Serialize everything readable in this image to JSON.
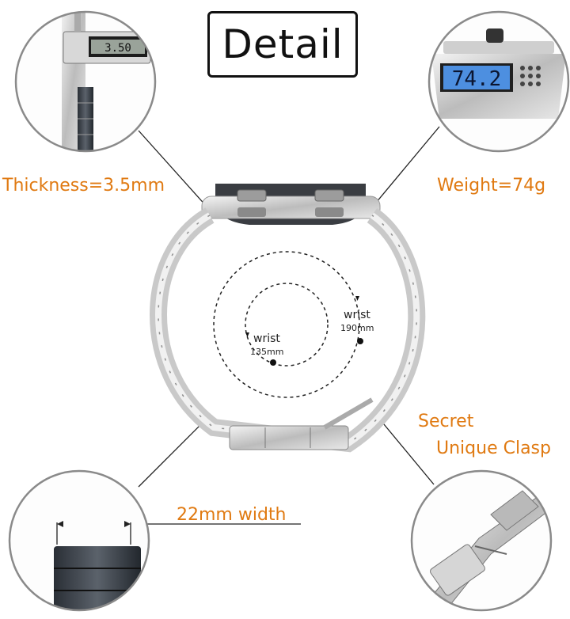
{
  "title": "Detail",
  "callouts": {
    "thickness": "Thickness=3.5mm",
    "weight": "Weight=74g",
    "clasp_line1": "Secret",
    "clasp_line2": "Unique Clasp",
    "width": "22mm width"
  },
  "wrist_small": {
    "label": "wrist",
    "size": "135mm"
  },
  "wrist_large": {
    "label": "wrist",
    "size": "190mm"
  },
  "caliper_reading": "3.50",
  "scale_reading": "74.2",
  "colors": {
    "accent": "#e07a12",
    "outline": "#111111",
    "circle": "#8a8a8a"
  }
}
